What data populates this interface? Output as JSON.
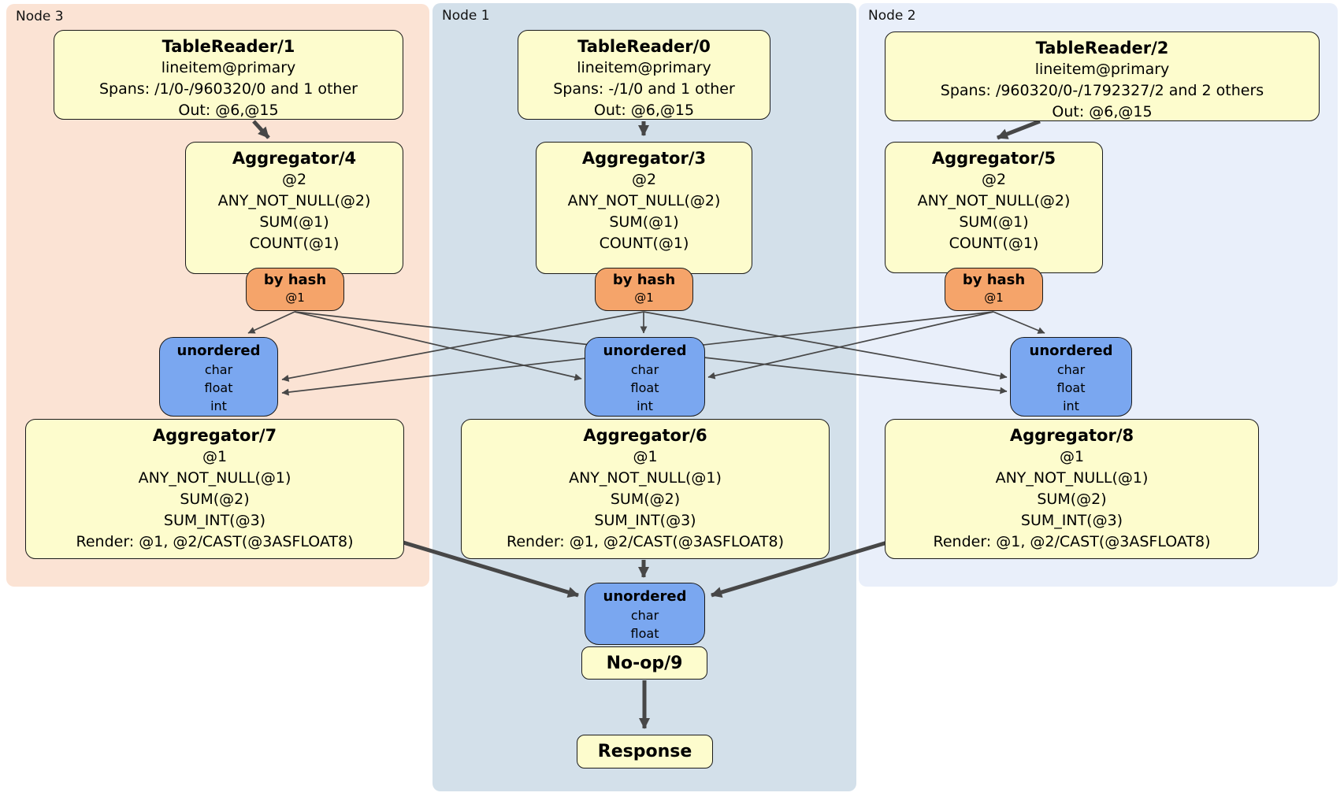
{
  "node3": {
    "label": "Node 3",
    "tablereader": {
      "title": "TableReader/1",
      "lines": [
        "lineitem@primary",
        "Spans: /1/0-/960320/0 and 1 other",
        "Out: @6,@15"
      ]
    },
    "aggregator_top": {
      "title": "Aggregator/4",
      "lines": [
        "@2",
        "ANY_NOT_NULL(@2)",
        "SUM(@1)",
        "COUNT(@1)"
      ]
    },
    "router": {
      "title": "by hash",
      "lines": [
        "@1"
      ]
    },
    "sync": {
      "title": "unordered",
      "lines": [
        "char",
        "float",
        "int"
      ]
    },
    "aggregator_bottom": {
      "title": "Aggregator/7",
      "lines": [
        "@1",
        "ANY_NOT_NULL(@1)",
        "SUM(@2)",
        "SUM_INT(@3)",
        "Render: @1, @2/CAST(@3ASFLOAT8)"
      ]
    }
  },
  "node1": {
    "label": "Node 1",
    "tablereader": {
      "title": "TableReader/0",
      "lines": [
        "lineitem@primary",
        "Spans: -/1/0 and 1 other",
        "Out: @6,@15"
      ]
    },
    "aggregator_top": {
      "title": "Aggregator/3",
      "lines": [
        "@2",
        "ANY_NOT_NULL(@2)",
        "SUM(@1)",
        "COUNT(@1)"
      ]
    },
    "router": {
      "title": "by hash",
      "lines": [
        "@1"
      ]
    },
    "sync": {
      "title": "unordered",
      "lines": [
        "char",
        "float",
        "int"
      ]
    },
    "aggregator_bottom": {
      "title": "Aggregator/6",
      "lines": [
        "@1",
        "ANY_NOT_NULL(@1)",
        "SUM(@2)",
        "SUM_INT(@3)",
        "Render: @1, @2/CAST(@3ASFLOAT8)"
      ]
    }
  },
  "node2": {
    "label": "Node 2",
    "tablereader": {
      "title": "TableReader/2",
      "lines": [
        "lineitem@primary",
        "Spans: /960320/0-/1792327/2 and 2 others",
        "Out: @6,@15"
      ]
    },
    "aggregator_top": {
      "title": "Aggregator/5",
      "lines": [
        "@2",
        "ANY_NOT_NULL(@2)",
        "SUM(@1)",
        "COUNT(@1)"
      ]
    },
    "router": {
      "title": "by hash",
      "lines": [
        "@1"
      ]
    },
    "sync": {
      "title": "unordered",
      "lines": [
        "char",
        "float",
        "int"
      ]
    },
    "aggregator_bottom": {
      "title": "Aggregator/8",
      "lines": [
        "@1",
        "ANY_NOT_NULL(@1)",
        "SUM(@2)",
        "SUM_INT(@3)",
        "Render: @1, @2/CAST(@3ASFLOAT8)"
      ]
    }
  },
  "final": {
    "sync": {
      "title": "unordered",
      "lines": [
        "char",
        "float"
      ]
    },
    "noop": {
      "title": "No-op/9"
    },
    "response": {
      "title": "Response"
    }
  },
  "colors": {
    "node3_panel": "#fbe3d4",
    "node1_panel": "#d3e0ea",
    "node2_panel": "#e9effa",
    "process_box": "#fdfccd",
    "router_box": "#f5a46a",
    "sync_box": "#7aa7f0",
    "edge": "#474747",
    "border": "#1a1a1a"
  }
}
